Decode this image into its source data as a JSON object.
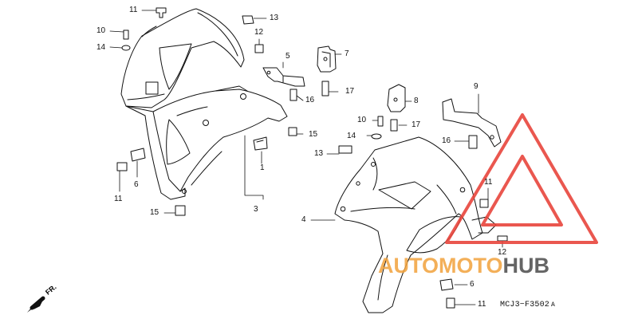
{
  "diagram": {
    "part_numbers": {
      "n1": "1",
      "n3": "3",
      "n4": "4",
      "n5": "5",
      "n6a": "6",
      "n6b": "6",
      "n7": "7",
      "n8": "8",
      "n9": "9",
      "n10a": "10",
      "n10b": "10",
      "n11a": "11",
      "n11b": "11",
      "n11c": "11",
      "n11d": "11",
      "n12a": "12",
      "n12b": "12",
      "n13a": "13",
      "n13b": "13",
      "n14a": "14",
      "n14b": "14",
      "n15a": "15",
      "n15b": "15",
      "n16a": "16",
      "n16b": "16",
      "n17a": "17",
      "n17b": "17"
    },
    "direction_label": "FR.",
    "drawing_code": "MCJ3−F3502",
    "drawing_code_suffix": "A"
  },
  "watermark": {
    "part1": "AUTOMOTO",
    "part2": "HUB",
    "colors": {
      "orange": "#f2a23c",
      "gray": "#555555",
      "triangle": "#e8453c"
    }
  }
}
